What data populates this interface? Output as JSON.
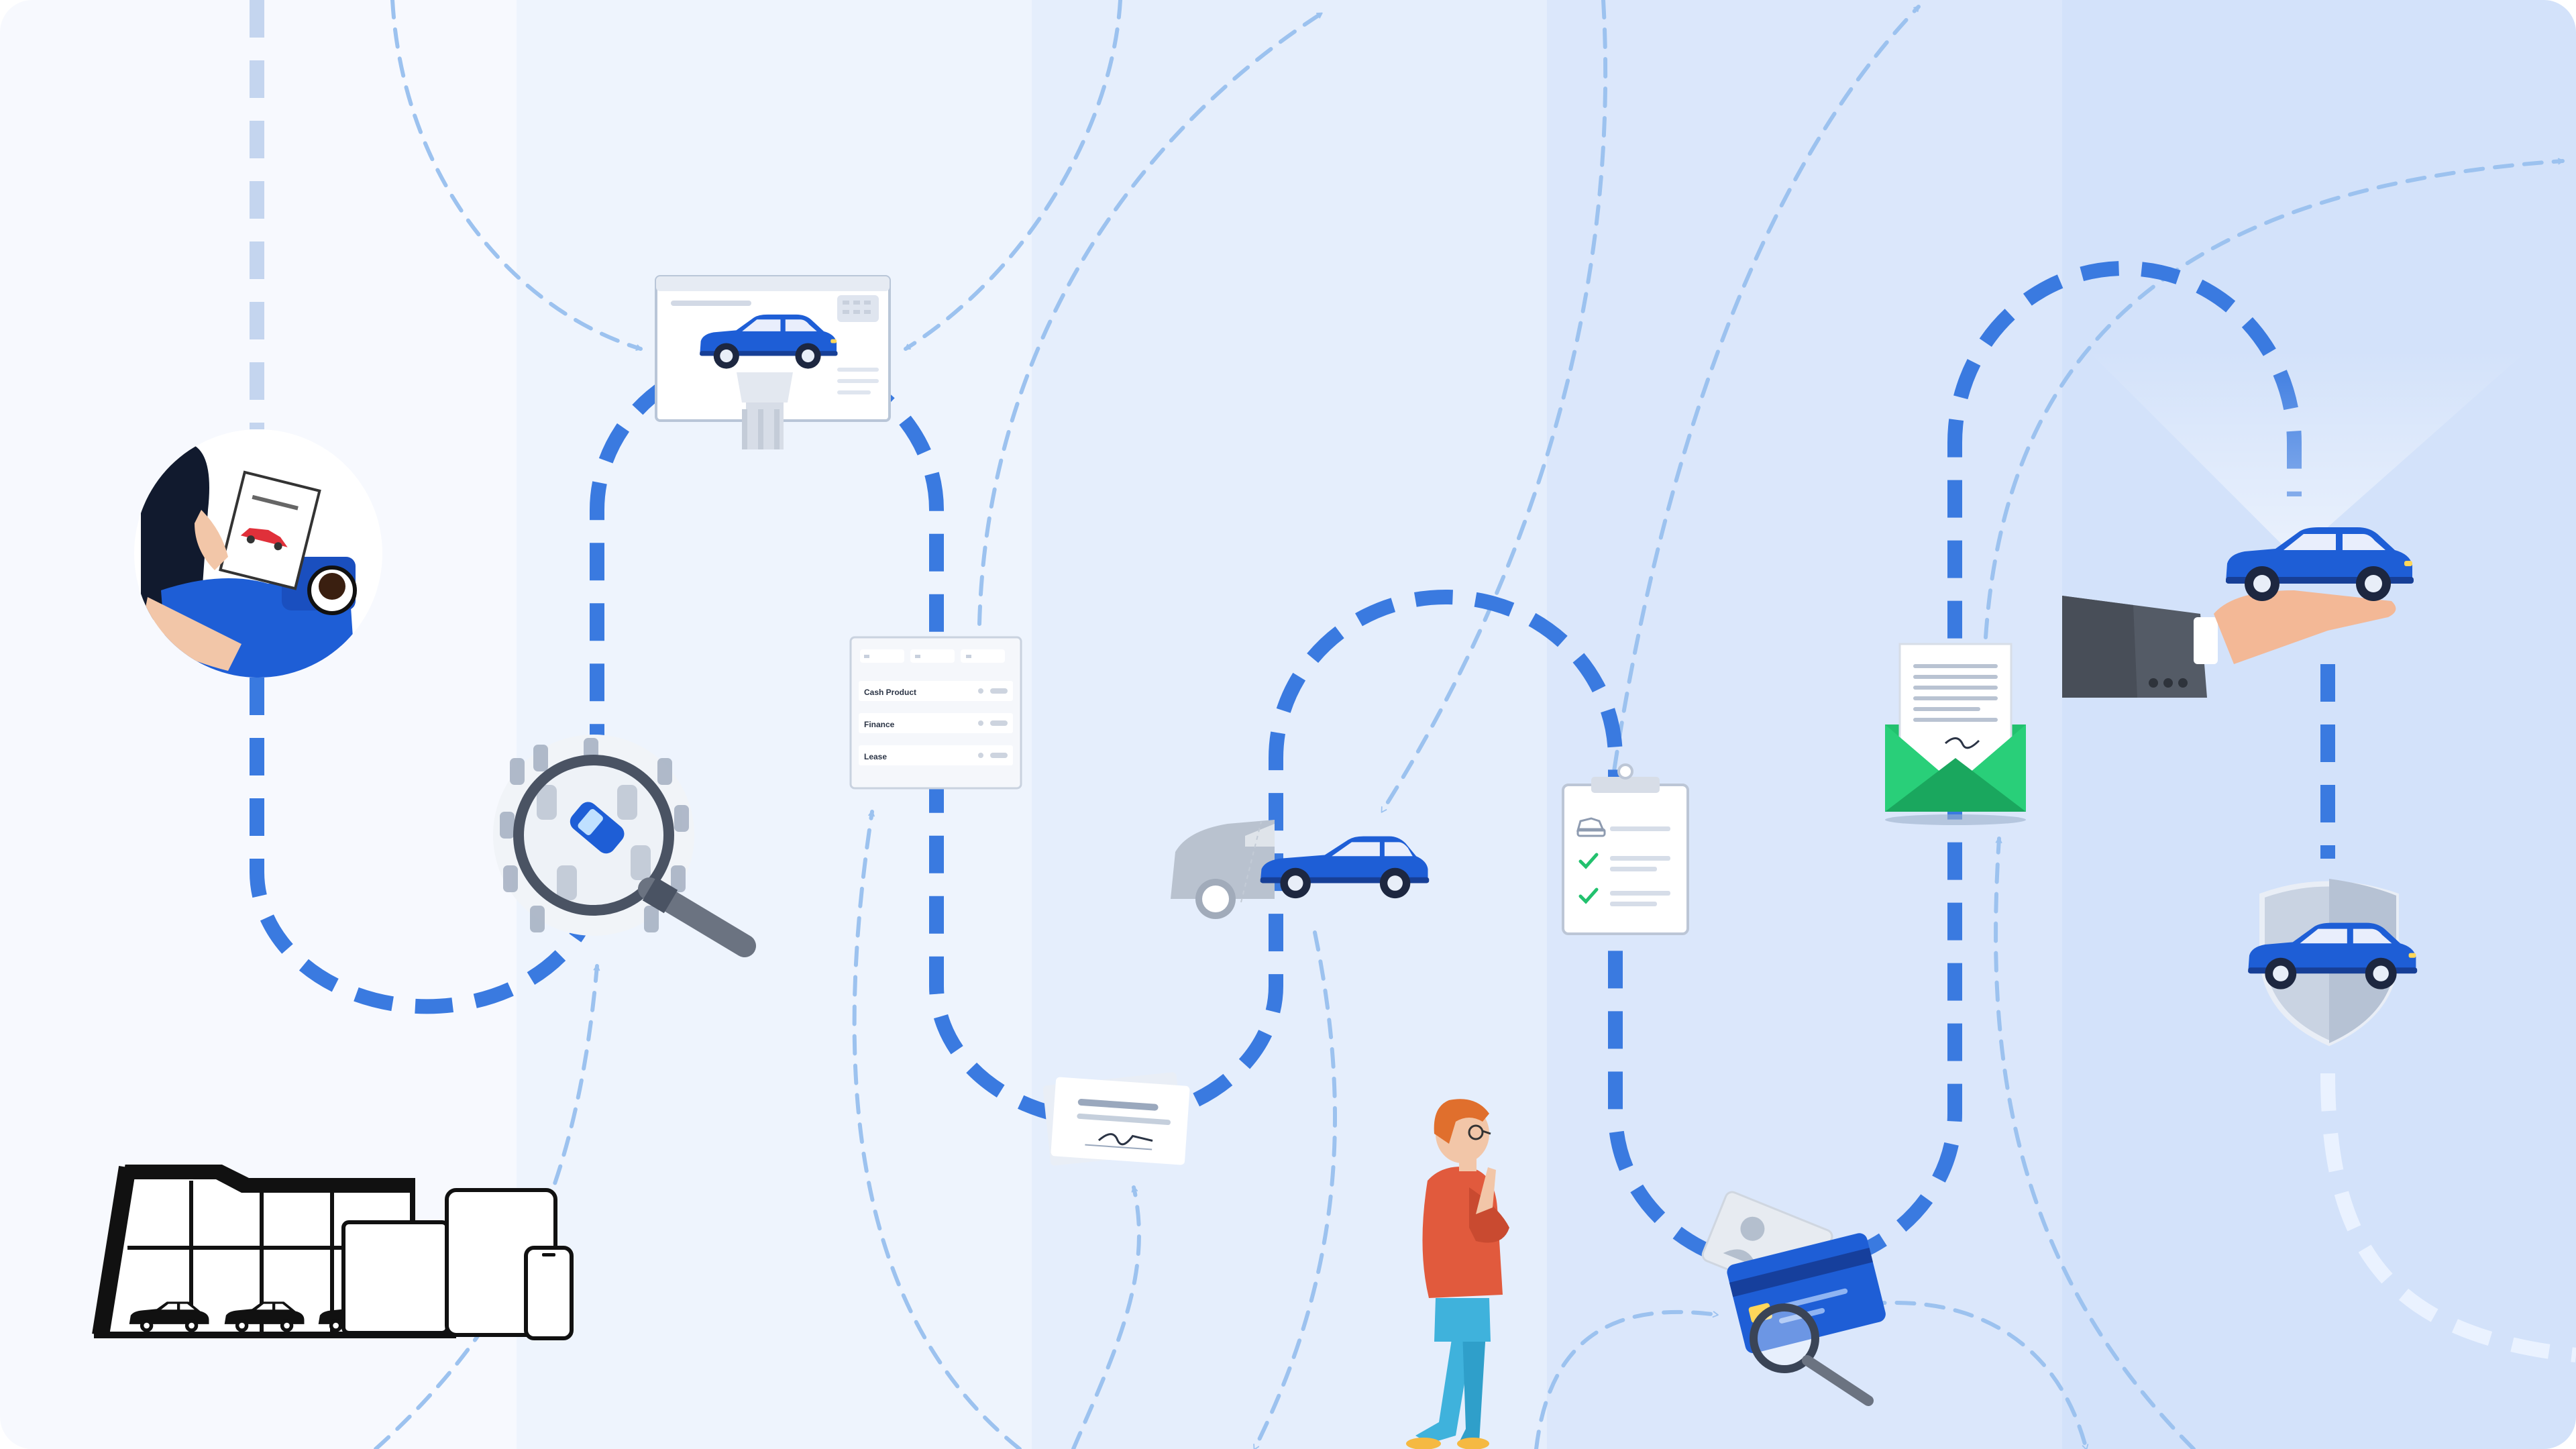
{
  "colors": {
    "band_0": "#f7f9fe",
    "band_1": "#eef4fd",
    "band_2": "#e5eefc",
    "band_3": "#dbe7fb",
    "band_4": "#d3e2fa",
    "journey_path": "#3a7ae0",
    "dashed_arrows": "#9cc2ef",
    "car_blue": "#1e5ed6",
    "envelope_green": "#22c16e",
    "person_shirt": "#e15a3d",
    "person_pants": "#3fb2dc"
  },
  "finance_card": {
    "rows": [
      "Cash Product",
      "Finance",
      "Lease"
    ]
  },
  "icons": [
    "person-reading-brochure-icon",
    "dealership-and-devices-icon",
    "magnifier-over-car-lot-icon",
    "car-on-web-listing-icon",
    "finance-options-card-icon",
    "signed-document-icon",
    "car-trade-in-icon",
    "thinking-person-icon",
    "checklist-clipboard-icon",
    "id-and-credit-card-check-icon",
    "contract-envelope-icon",
    "car-handover-hand-icon",
    "car-insurance-shield-icon"
  ]
}
